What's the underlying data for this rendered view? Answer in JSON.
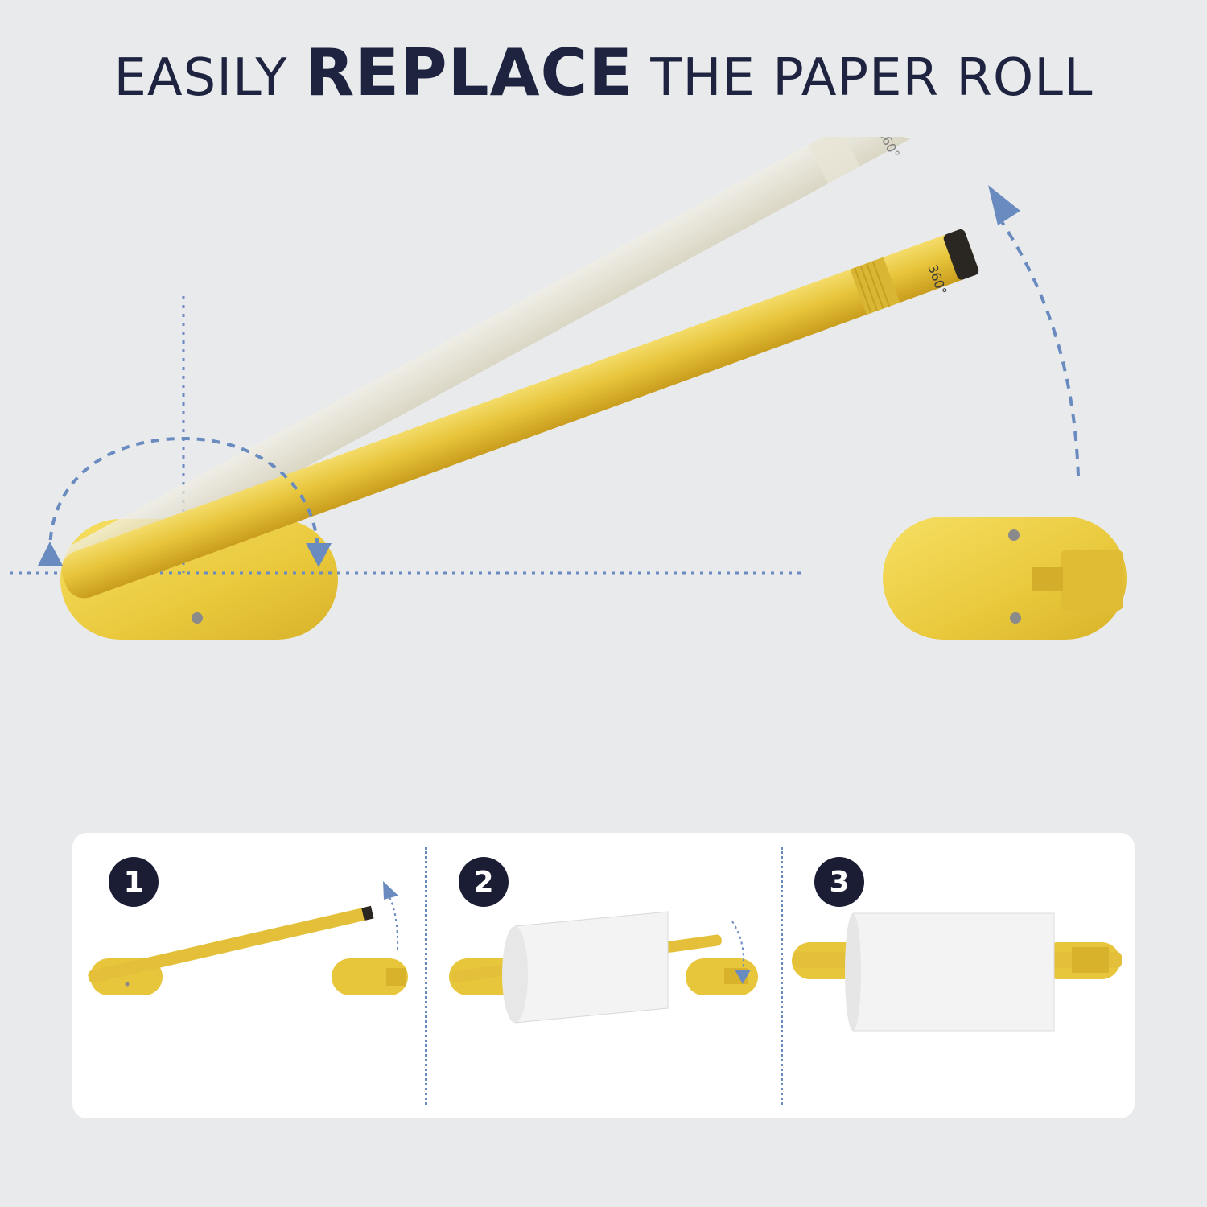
{
  "headline": {
    "part1": "EASILY ",
    "part2": "REPLACE",
    "part3": " THE PAPER ROLL"
  },
  "rotation_label": "360°",
  "steps": [
    {
      "number": "1"
    },
    {
      "number": "2"
    },
    {
      "number": "3"
    }
  ],
  "colors": {
    "headline": "#1e2340",
    "gold": "#e6c43a",
    "arrow": "#6a8bc0",
    "badge": "#1a1d33",
    "background": "#e9eaec",
    "card": "#ffffff"
  }
}
